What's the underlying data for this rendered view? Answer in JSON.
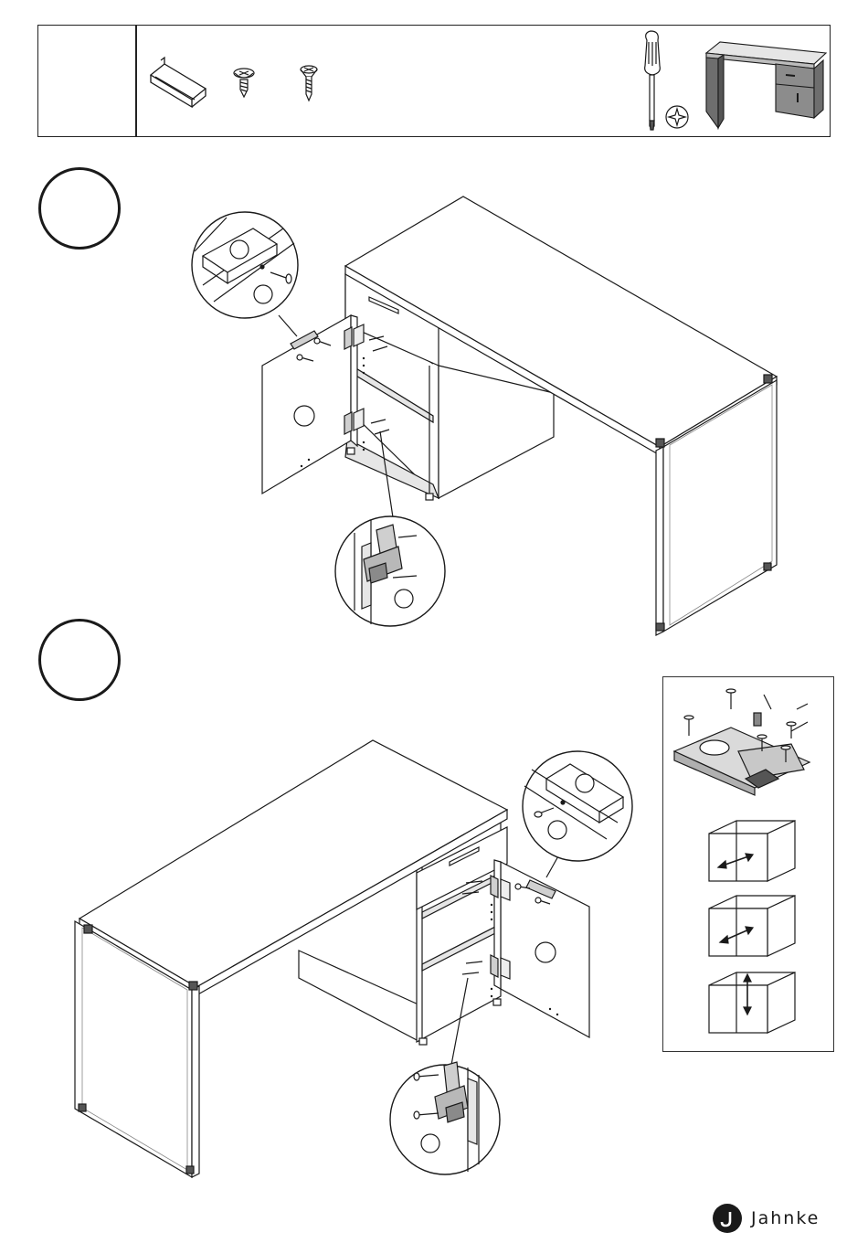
{
  "brand": {
    "name": "Jahnke"
  },
  "parts_header": {
    "parts": [
      {
        "icon": "bracket-rail-icon"
      },
      {
        "icon": "pan-head-screw-icon"
      },
      {
        "icon": "countersunk-screw-icon"
      }
    ],
    "tools": [
      {
        "icon": "phillips-screwdriver-icon"
      },
      {
        "icon": "phillips-bit-icon"
      },
      {
        "icon": "desk-preview-icon"
      }
    ]
  },
  "steps": [
    {
      "id": "step-1"
    },
    {
      "id": "step-2"
    }
  ],
  "colors": {
    "line": "#1a1a1a",
    "panel_fill": "#ffffff",
    "shade": "#d9d9d9",
    "dark_shade": "#8a8a8a"
  }
}
